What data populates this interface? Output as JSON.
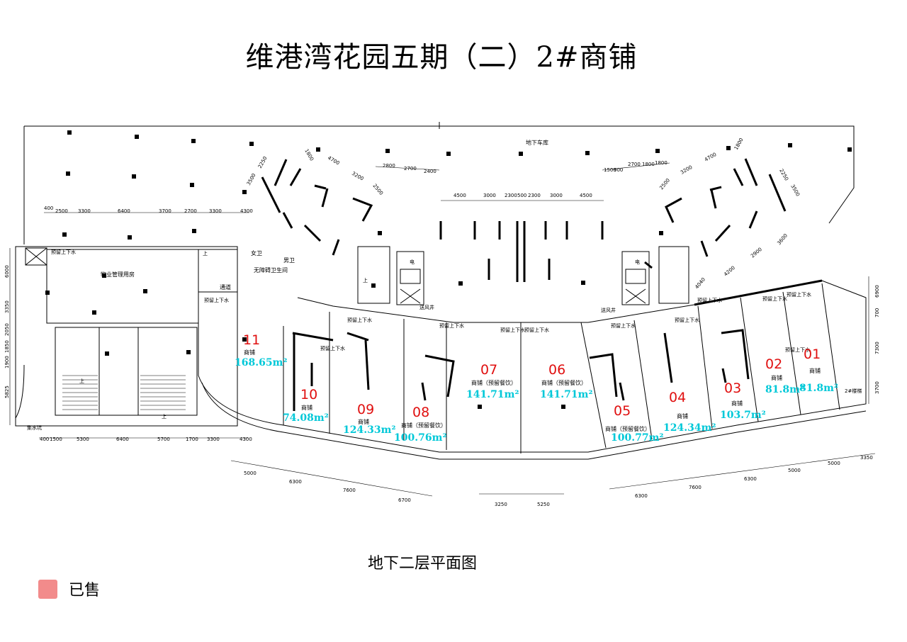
{
  "title": "维港湾花园五期（二）2#商铺",
  "floor_caption": "地下二层平面图",
  "legend": {
    "label": "已售",
    "color": "#f28b8b"
  },
  "colors": {
    "unit_number": "#e01010",
    "unit_area": "#00c8d8"
  },
  "units": [
    {
      "id": "unit-11",
      "num": "11",
      "type": "商铺",
      "area": "168.65m²"
    },
    {
      "id": "unit-10",
      "num": "10",
      "type": "商铺",
      "area": "74.08m²"
    },
    {
      "id": "unit-09",
      "num": "09",
      "type": "商铺",
      "area": "124.33m²"
    },
    {
      "id": "unit-08",
      "num": "08",
      "type": "商铺（预留餐饮）",
      "area": "100.76m²"
    },
    {
      "id": "unit-07",
      "num": "07",
      "type": "商铺（预留餐饮）",
      "area": "141.71m²"
    },
    {
      "id": "unit-06",
      "num": "06",
      "type": "商铺（预留餐饮）",
      "area": "141.71m²"
    },
    {
      "id": "unit-05",
      "num": "05",
      "type": "商铺（预留餐饮）",
      "area": "100.77m²"
    },
    {
      "id": "unit-04",
      "num": "04",
      "type": "商铺",
      "area": "124.34m²"
    },
    {
      "id": "unit-03",
      "num": "03",
      "type": "商铺",
      "area": "103.7m²"
    },
    {
      "id": "unit-02",
      "num": "02",
      "type": "商铺",
      "area": "81.8m²"
    },
    {
      "id": "unit-01",
      "num": "01",
      "type": "商铺",
      "area": "81.8m²"
    }
  ],
  "rooms": {
    "garage": "地下车库",
    "property_office": "物业管理用房",
    "female_wc": "女卫",
    "male_wc": "男卫",
    "accessible_wc": "无障碍卫生间",
    "corridor": "通道",
    "stair_2": "2#楼梯",
    "smoke_shaft": "送风井",
    "drain_a": "预留上下水",
    "drain_b": "预留上下水",
    "drain_c": "预留上下水",
    "drain_d": "预留上下水",
    "drain_e": "预留上下水",
    "drain_f": "预留上下水",
    "drain_g": "预留上下水",
    "drain_h": "预留上下水",
    "drain_i": "预留上下水",
    "drain_j": "预留上下水",
    "drain_k": "预留上下水",
    "drain_l": "预留上下水",
    "drain_m": "预留上下水",
    "elevator_a": "电",
    "elevator_b": "电",
    "up_a": "上",
    "up_b": "上",
    "up_c": "上",
    "up_d": "上",
    "drain_pit": "集水坑"
  },
  "dims": {
    "top_left": [
      "400",
      "2500",
      "3300",
      "6400",
      "3700",
      "2700",
      "3300",
      "4300"
    ],
    "bottom_left": [
      "400",
      "1500",
      "5300",
      "6400",
      "5700",
      "1700",
      "3300",
      "4300"
    ],
    "left_vertical": [
      "6000",
      "3350",
      "2050",
      "1850",
      "1900",
      "5825"
    ],
    "right_vertical": [
      "6900",
      "700",
      "7300",
      "3700"
    ],
    "upper_center": [
      "4500",
      "3000",
      "2300",
      "500",
      "2300",
      "3000",
      "4500"
    ],
    "upper_left_cluster": [
      "2800",
      "2700",
      "2400"
    ],
    "upper_right_cluster": [
      "1500",
      "900",
      "2700",
      "1800",
      "1800"
    ],
    "lower_left_diag": [
      "5000",
      "6300",
      "7600",
      "6700"
    ],
    "lower_center": [
      "3250",
      "5250"
    ],
    "lower_right_diag": [
      "6300",
      "7600",
      "6300",
      "5000",
      "5000",
      "3350"
    ],
    "left_wing_diag": [
      "1800",
      "4700",
      "3200",
      "2500",
      "3500",
      "2250"
    ],
    "right_wing_diag": [
      "1800",
      "4700",
      "3200",
      "2500",
      "3500",
      "2250"
    ],
    "right_wing_lower": [
      "4040",
      "4200",
      "2900",
      "3600"
    ]
  }
}
